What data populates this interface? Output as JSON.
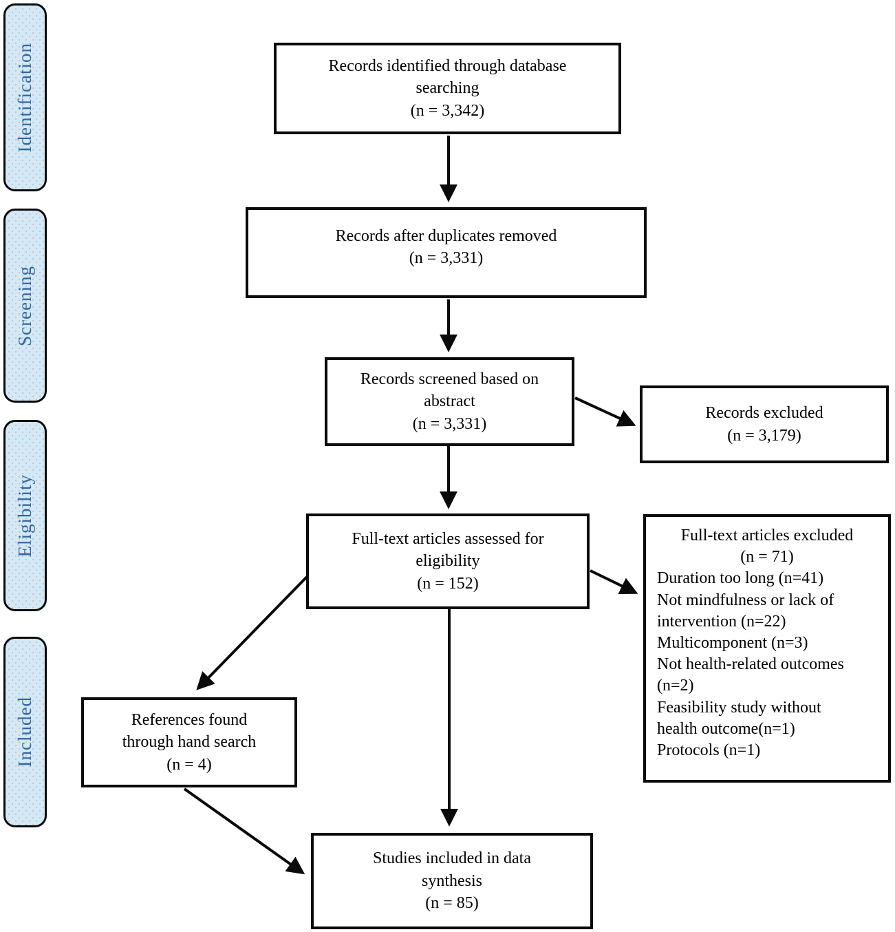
{
  "stages": [
    {
      "label": "Identification"
    },
    {
      "label": "Screening"
    },
    {
      "label": "Eligibility"
    },
    {
      "label": "Included"
    }
  ],
  "boxes": {
    "identified": {
      "text": "Records identified through database\nsearching\n(n = 3,342)"
    },
    "duplicates": {
      "text": "Records after duplicates removed\n(n = 3,331)"
    },
    "screened": {
      "text": "Records screened based on\nabstract\n(n = 3,331)"
    },
    "excluded": {
      "text": "Records excluded\n(n = 3,179)"
    },
    "fulltext": {
      "text": "Full-text articles assessed for\neligibility\n(n = 152)"
    },
    "fulltext_excluded": {
      "heading": "Full-text articles excluded\n(n = 71)",
      "reasons": [
        "Duration too long (n=41)",
        "Not mindfulness or lack of\nintervention (n=22)",
        "Multicomponent (n=3)",
        "Not health-related outcomes\n(n=2)",
        "Feasibility study without\nhealth outcome(n=1)",
        "Protocols (n=1)"
      ]
    },
    "hand_search": {
      "text": "References found\nthrough hand search\n(n = 4)"
    },
    "included": {
      "text": "Studies included in data\nsynthesis\n(n = 85)"
    }
  },
  "colors": {
    "stage_fill": "#d2e9f8",
    "stage_text": "#3465a4",
    "stage_dot": "rgba(216,160,140,0.55)",
    "box_border": "#0a0a0a",
    "arrow": "#0a0a0a"
  }
}
